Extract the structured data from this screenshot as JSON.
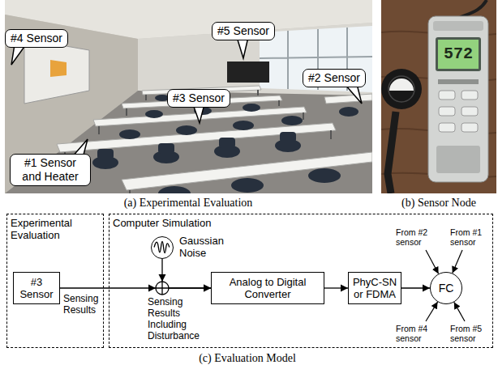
{
  "diagram": {
    "nodes": [
      {
        "text": [
          "#4 Sensor"
        ]
      },
      {
        "text": [
          "#5 Sensor"
        ]
      },
      {
        "text": [
          "#2 Sensor"
        ]
      },
      {
        "text": [
          "#3 Sensor"
        ]
      },
      {
        "text": [
          "#1 Sensor and Heater"
        ]
      },
      {
        "text": [
          "Experimental Evaluation"
        ]
      },
      {
        "text": [
          "#3 Sensor"
        ],
        "in": 5
      },
      {
        "text": [
          "Computer Simulation"
        ]
      },
      {
        "text": [
          "Gaussian Noise"
        ],
        "in": 7
      },
      {
        "text": [
          "Analog to Digital Converter"
        ],
        "in": 7
      },
      {
        "text": [
          "PhyC-SN or FDMA"
        ],
        "in": 7
      },
      {
        "text": [
          "FC"
        ],
        "in": 7
      }
    ],
    "edges": [
      {
        "from": 6,
        "to": 9,
        "label": "Sensing Results",
        "arrow": "to"
      },
      {
        "from": 8,
        "to": 9,
        "arrow": "to"
      },
      {
        "from": 9,
        "to": 10,
        "arrow": "to"
      },
      {
        "from": 10,
        "to": 11,
        "arrow": "to"
      }
    ],
    "labels": [
      "(a) Experimental Evaluation",
      "572",
      "(b) Sensor Node",
      "Sensing Results Including Disturbance",
      "From #2 sensor",
      "From #1 sensor",
      "From #4 sensor",
      "From #5 sensor",
      "(c) Evaluation Model"
    ]
  }
}
